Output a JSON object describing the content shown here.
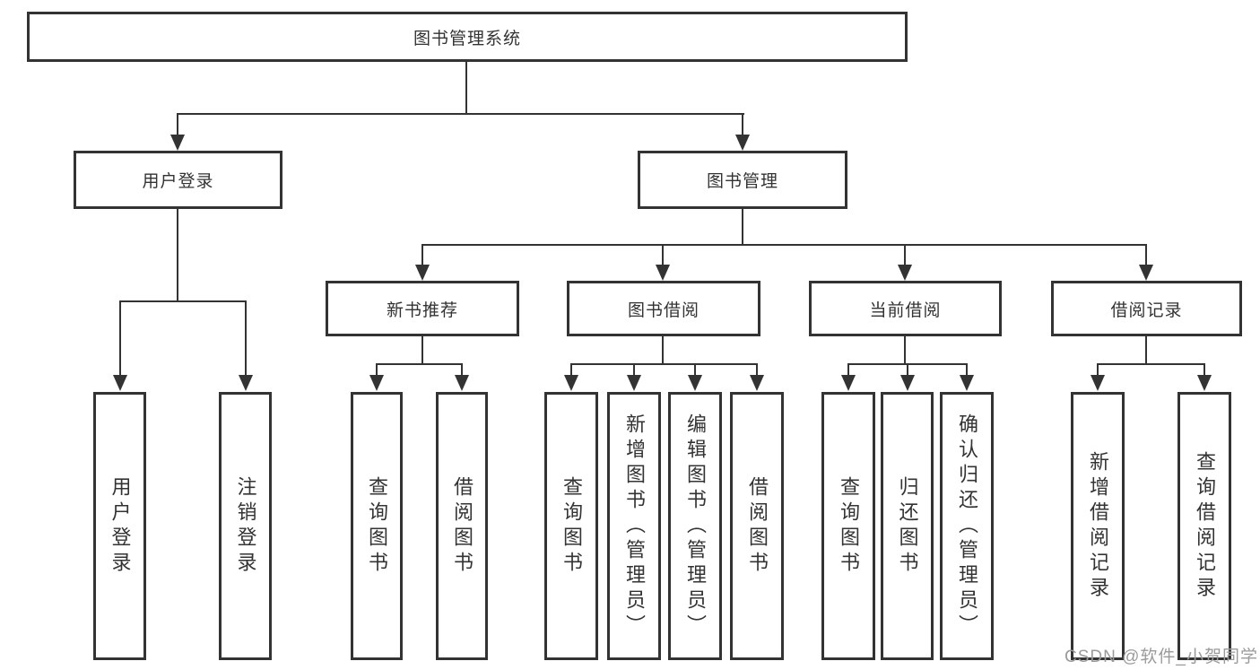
{
  "diagram": {
    "root": "图书管理系统",
    "level2": [
      "用户登录",
      "图书管理"
    ],
    "level3": [
      "新书推荐",
      "图书借阅",
      "当前借阅",
      "借阅记录"
    ],
    "leaves_user_login": [
      "用户登录",
      "注销登录"
    ],
    "leaves_new_book": [
      "查询图书",
      "借阅图书"
    ],
    "leaves_book_borrow": [
      "查询图书",
      "新增图书（管理员）",
      "编辑图书（管理员）",
      "借阅图书"
    ],
    "leaves_current_borrow": [
      "查询图书",
      "归还图书",
      "确认归还（管理员）"
    ],
    "leaves_borrow_records": [
      "新增借阅记录",
      "查询借阅记录"
    ]
  },
  "watermark": {
    "text": "CSDN @软件_小贺同学",
    "color": "#9b9b9b"
  },
  "colors": {
    "line": "#333333",
    "box_border": "#333333",
    "text": "#333333",
    "background": "#ffffff"
  }
}
